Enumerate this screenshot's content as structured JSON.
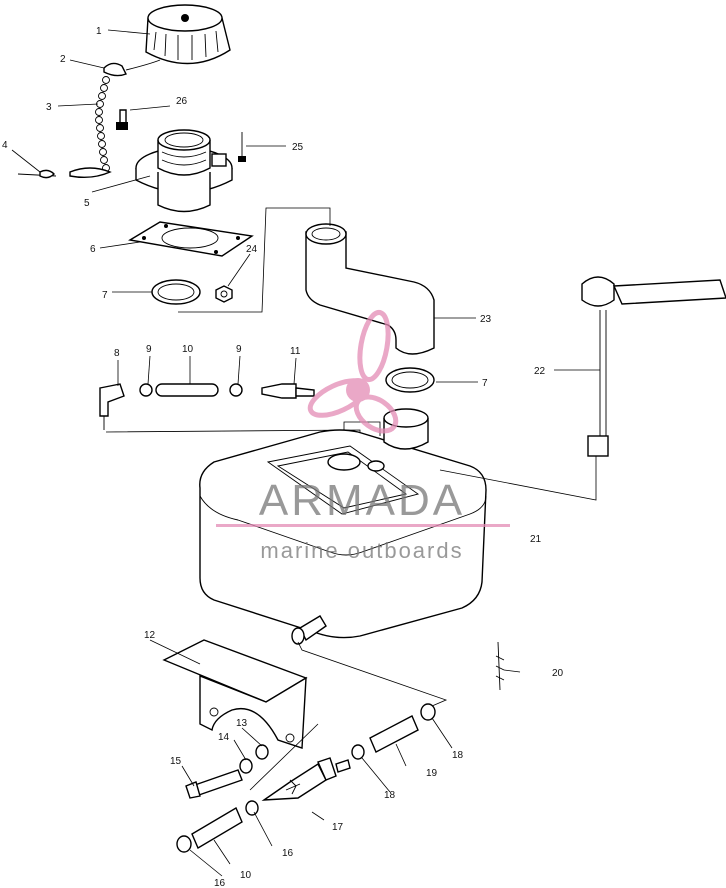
{
  "watermark": {
    "title": "ARMADA",
    "subtitle": "marine outboards",
    "logo_color": "#e38bb5"
  },
  "callouts": {
    "c1": "1",
    "c2": "2",
    "c3": "3",
    "c4": "4",
    "c5": "5",
    "c6": "6",
    "c7a": "7",
    "c7b": "7",
    "c8": "8",
    "c9a": "9",
    "c9b": "9",
    "c10a": "10",
    "c10b": "10",
    "c11": "11",
    "c12": "12",
    "c13": "13",
    "c14": "14",
    "c15": "15",
    "c16a": "16",
    "c16b": "16",
    "c17": "17",
    "c18a": "18",
    "c18b": "18",
    "c19": "19",
    "c20": "20",
    "c21": "21",
    "c22": "22",
    "c23": "23",
    "c24": "24",
    "c25": "25",
    "c26": "26"
  }
}
